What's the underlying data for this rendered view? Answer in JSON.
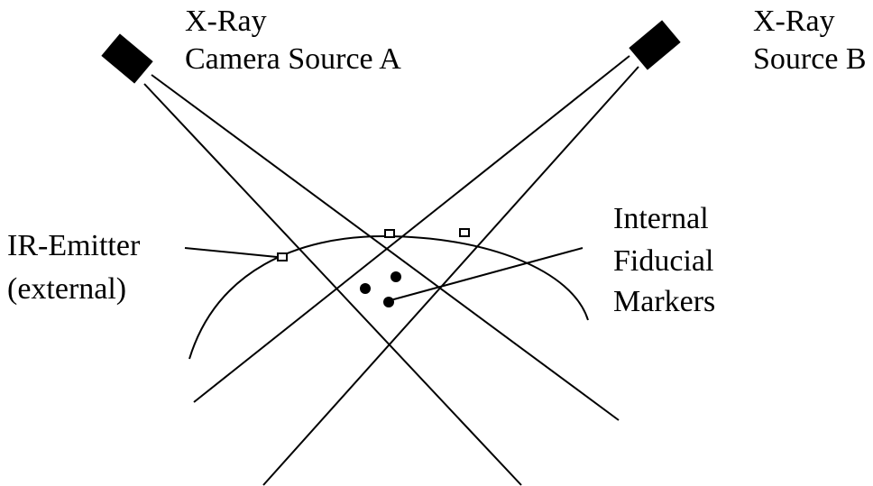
{
  "labels": {
    "source_a_line1": "X-Ray",
    "source_a_line2": "Camera Source A",
    "source_b_line1": "X-Ray",
    "source_b_line2": "Source B",
    "ir_line1": "IR-Emitter",
    "ir_line2": "(external)",
    "markers_line1": "Internal",
    "markers_line2": "Fiducial",
    "markers_line3": "Markers"
  },
  "colors": {
    "ink": "#000000",
    "background": "#ffffff"
  }
}
